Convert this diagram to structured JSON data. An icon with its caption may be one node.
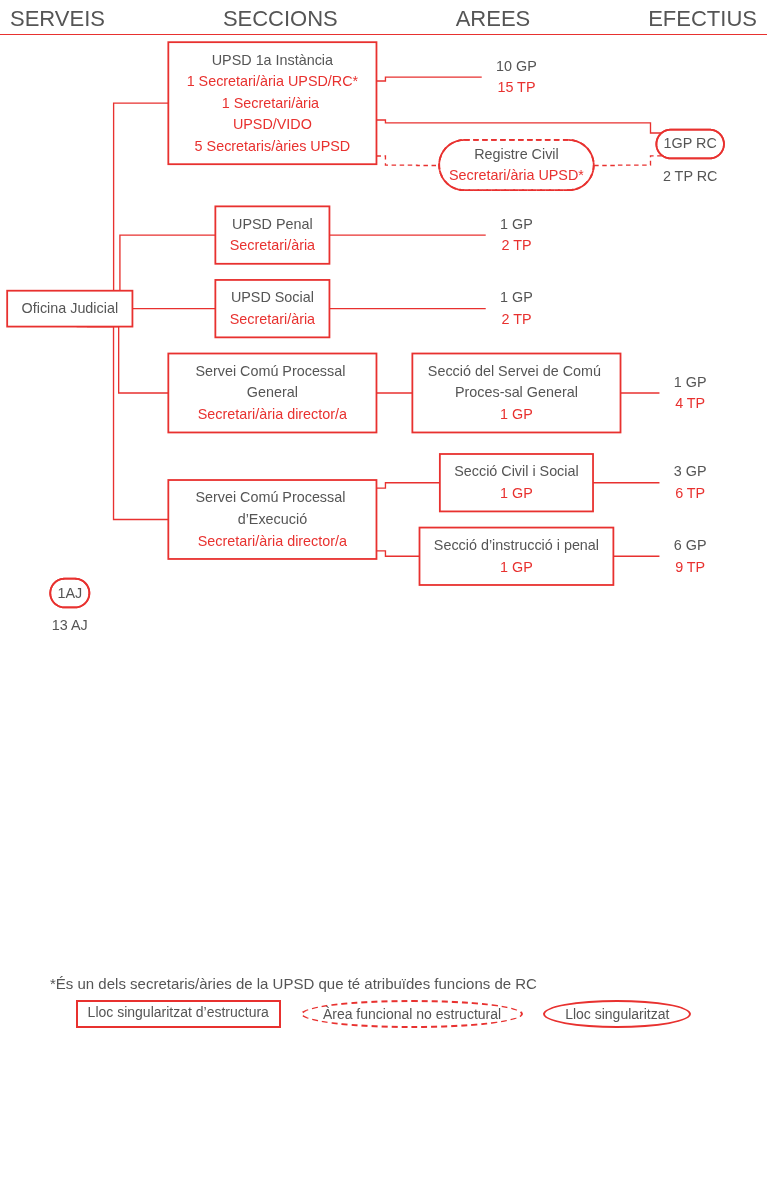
{
  "diagram": {
    "nodes": [
      {
        "text": [
          "Oficina Judicial"
        ]
      },
      {
        "text": [
          "UPSD 1a Instància",
          "1 Secretari/ària UPSD/RC*",
          "1 Secretari/ària UPSD/VIDO",
          "5 Secretaris/àries UPSD"
        ]
      },
      {
        "text": [
          "10 GP",
          "15 TP"
        ]
      },
      {
        "text": [
          "1GP RC"
        ],
        "beside": [
          "2 TP RC"
        ]
      },
      {
        "text": [
          "Registre Civil",
          "Secretari/ària UPSD*"
        ]
      },
      {
        "text": [
          "UPSD Penal",
          "Secretari/ària"
        ]
      },
      {
        "text": [
          "1 GP",
          "2 TP"
        ]
      },
      {
        "text": [
          "UPSD Social",
          "Secretari/ària"
        ]
      },
      {
        "text": [
          "1 GP",
          "2 TP"
        ]
      },
      {
        "text": [
          "Servei Comú Processal General",
          "Secretari/ària director/a"
        ]
      },
      {
        "text": [
          "Secció del Servei de Comú Proces-sal General",
          "1 GP"
        ]
      },
      {
        "text": [
          "1 GP",
          "4 TP"
        ]
      },
      {
        "text": [
          "1AJ"
        ],
        "beside": [
          "13 AJ"
        ]
      },
      {
        "text": [
          "Servei Comú Processal d’Execució",
          "Secretari/ària director/a"
        ]
      },
      {
        "text": [
          "Secció Civil i Social",
          "1 GP"
        ]
      },
      {
        "text": [
          "3 GP",
          "6 TP"
        ]
      },
      {
        "text": [
          "Secció d’instrucció i penal",
          "1 GP"
        ]
      },
      {
        "text": [
          "6 GP",
          "9 TP"
        ]
      }
    ],
    "edges": [
      {
        "from": 0,
        "to": 1,
        "arrow": "none"
      },
      {
        "from": 1,
        "to": 2,
        "arrow": "none"
      },
      {
        "from": 1,
        "to": 3,
        "arrow": "none"
      },
      {
        "from": 1,
        "to": 4,
        "arrow": "none",
        "style": "dashed"
      },
      {
        "from": 4,
        "to": 3,
        "arrow": "none",
        "style": "dashed"
      },
      {
        "from": 0,
        "to": 5,
        "arrow": "none"
      },
      {
        "from": 5,
        "to": 6,
        "arrow": "none"
      },
      {
        "from": 0,
        "to": 7,
        "arrow": "none"
      },
      {
        "from": 7,
        "to": 8,
        "arrow": "none"
      },
      {
        "from": 0,
        "to": 9,
        "arrow": "none"
      },
      {
        "from": 9,
        "to": 10,
        "arrow": "none"
      },
      {
        "from": 10,
        "to": 11,
        "arrow": "none"
      },
      {
        "from": 0,
        "to": 13,
        "arrow": "none"
      },
      {
        "from": 13,
        "to": 14,
        "arrow": "none"
      },
      {
        "from": 13,
        "to": 16,
        "arrow": "none"
      },
      {
        "from": 14,
        "to": 15,
        "arrow": "none"
      },
      {
        "from": 16,
        "to": 17,
        "arrow": "none"
      }
    ],
    "labels": [
      "SERVEIS",
      "SECCIONS",
      "AREES",
      "EFECTIUS",
      "*És un dels secretaris/àries de la UPSD que té atribuïdes funcions de RC"
    ],
    "legend": [
      {
        "text": "Lloc singularitzat d’estructura"
      },
      {
        "text": "Àrea funcional no estructural"
      },
      {
        "text": "Lloc singularitzat"
      }
    ]
  }
}
